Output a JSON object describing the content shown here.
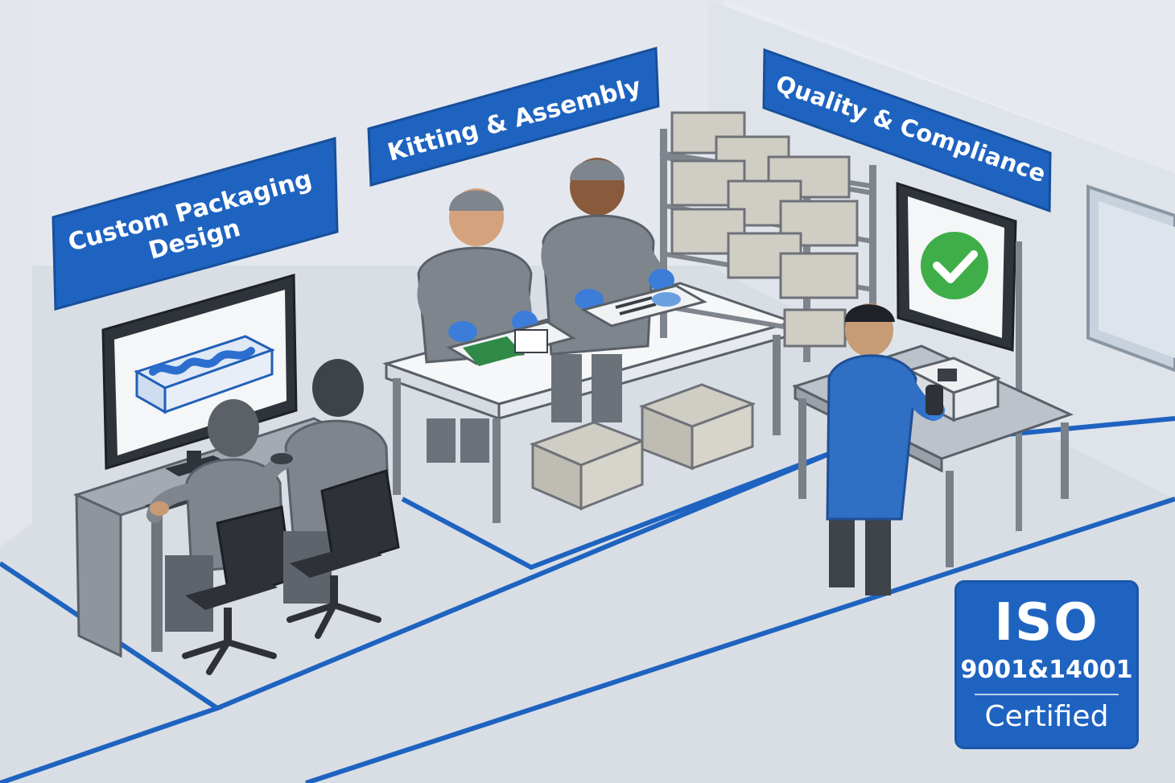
{
  "zones": {
    "design": {
      "label_line1": "Custom Packaging",
      "label_line2": "Design"
    },
    "kitting": {
      "label": "Kitting & Assembly"
    },
    "quality": {
      "label": "Quality & Compliance"
    }
  },
  "badge": {
    "title": "ISO",
    "standards": "9001&14001",
    "status": "Certified"
  },
  "colors": {
    "brand_blue": "#1f63c0",
    "floor_line": "#1f63c0",
    "uniform_gray": "#7f858c",
    "lab_coat_blue": "#2f6fc4",
    "glove_blue": "#3b7dd8",
    "check_green": "#3fae49",
    "box_tan": "#cfcdc4"
  },
  "icons": {
    "monitor_check": "check-circle-icon"
  }
}
